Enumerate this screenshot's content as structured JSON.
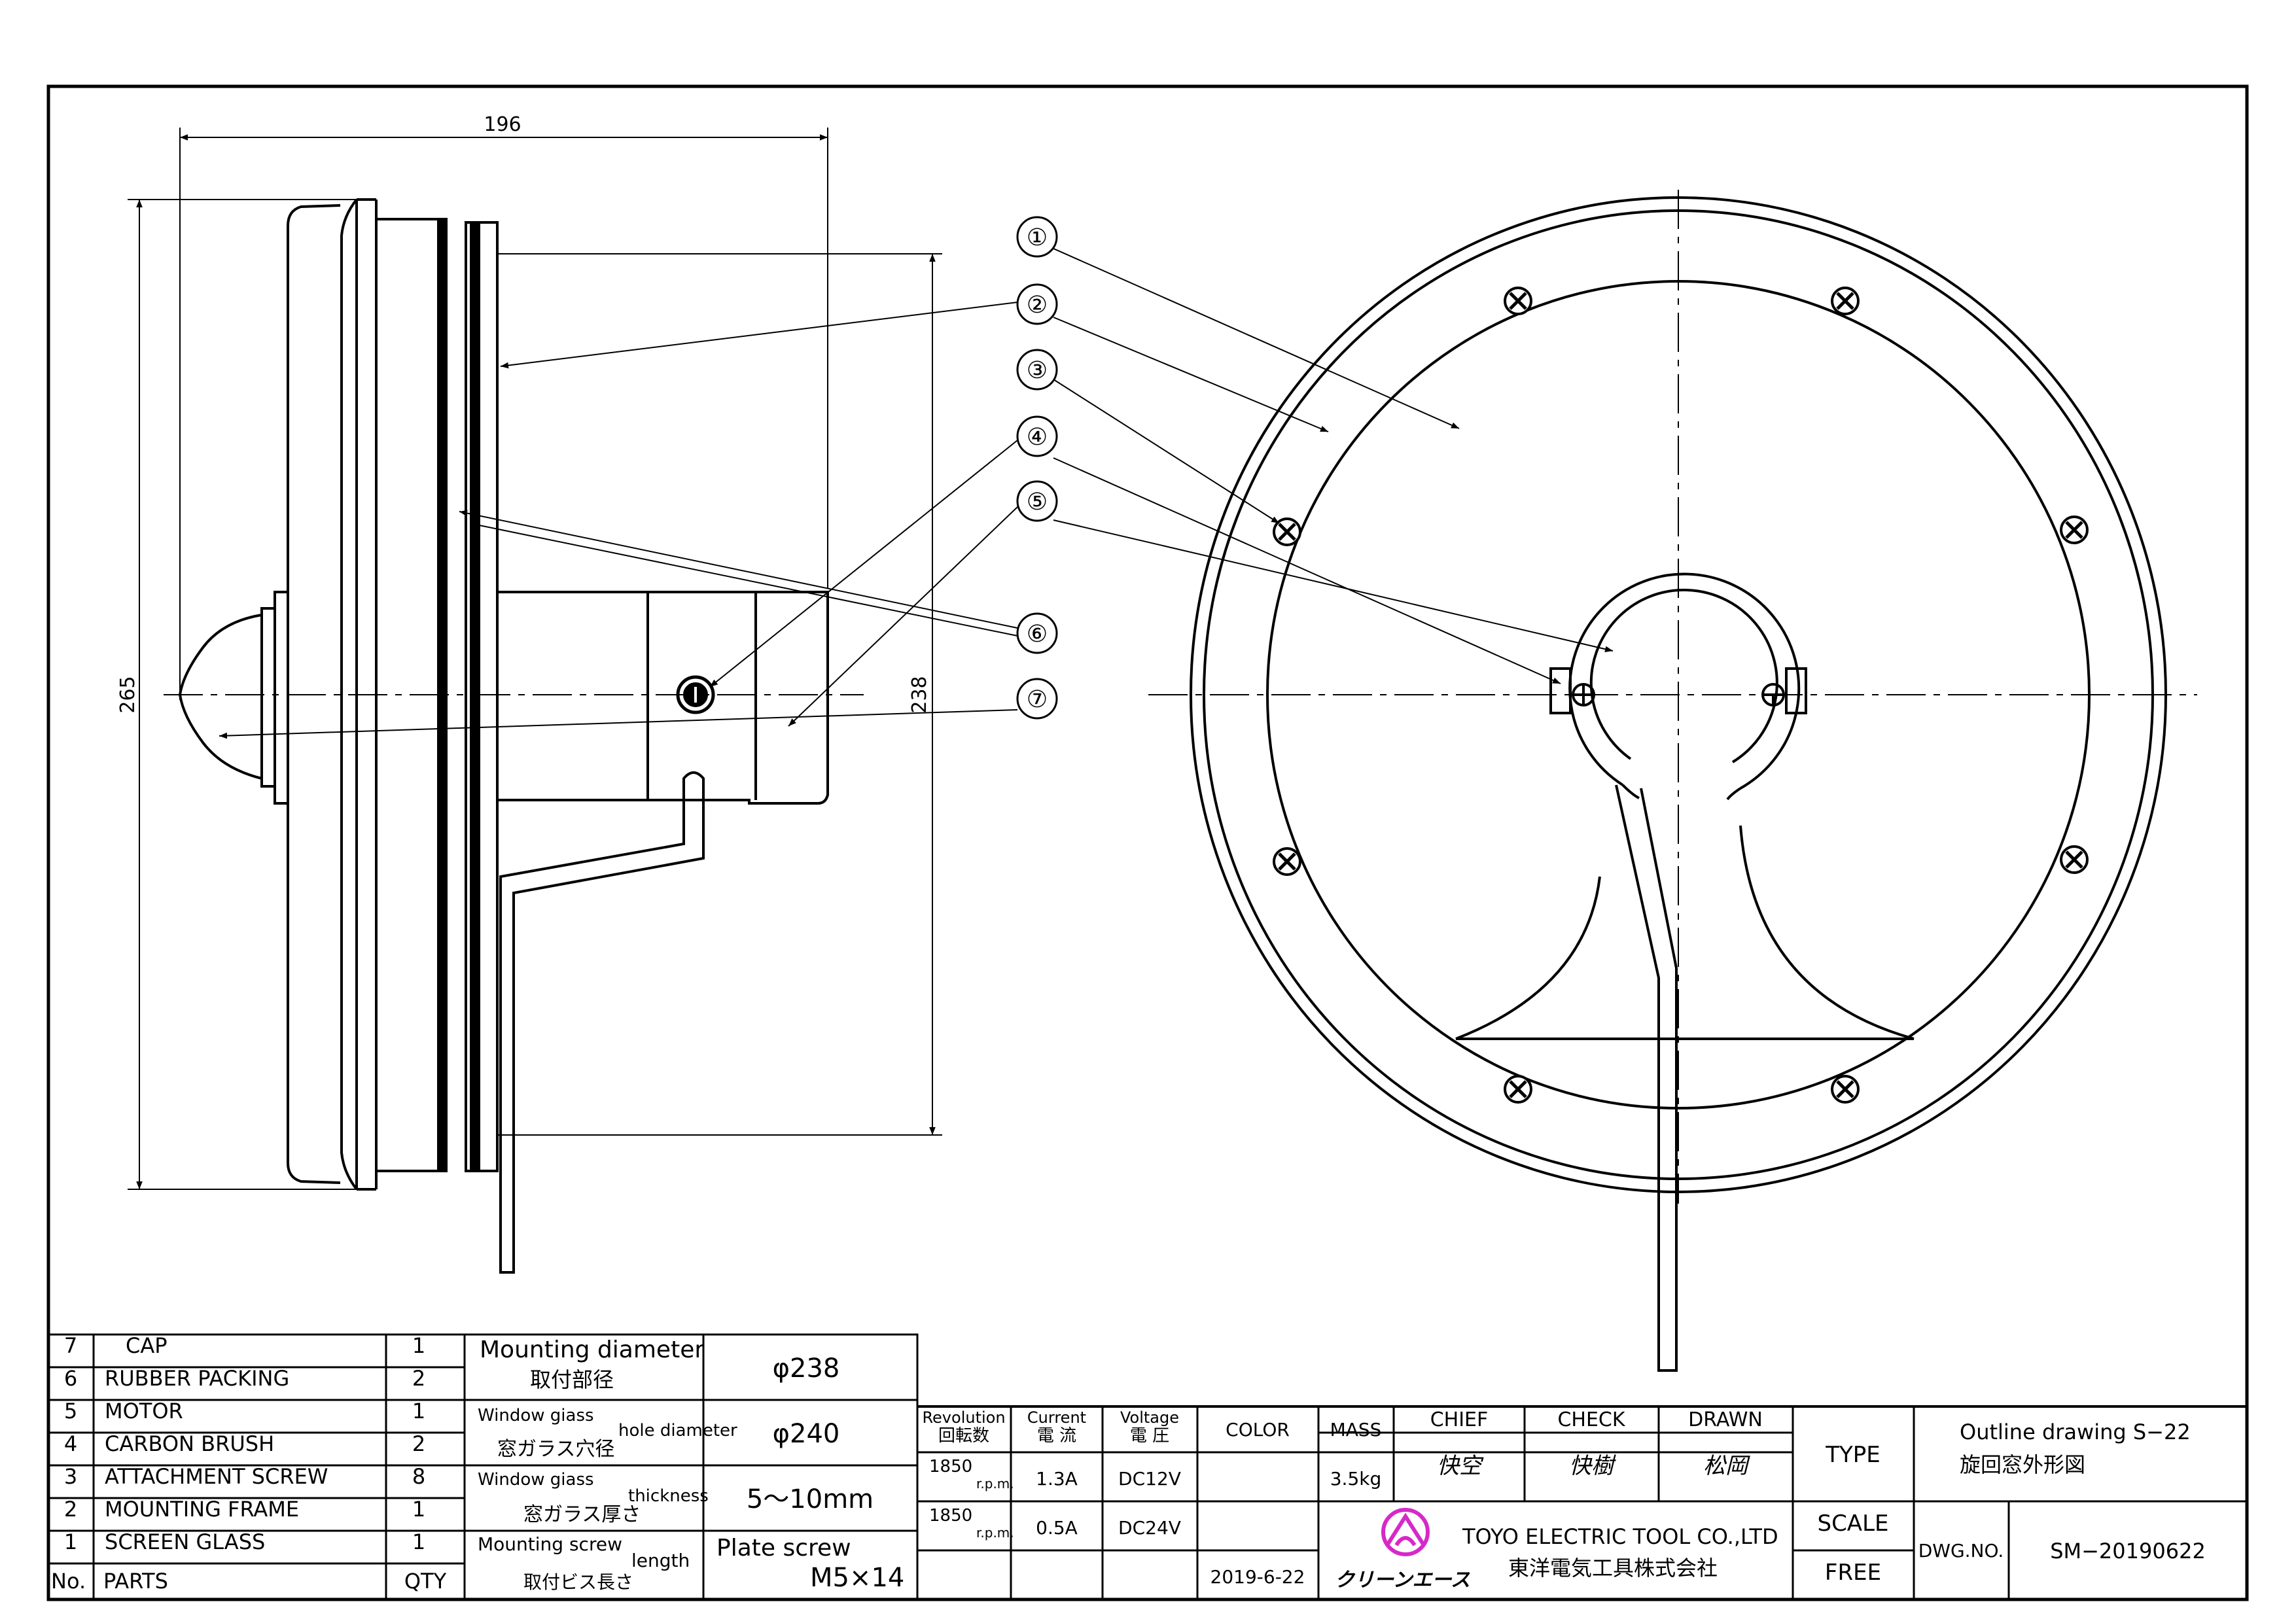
{
  "dimensions": {
    "length": "196",
    "overall_height": "265",
    "mounting_height": "238"
  },
  "balloons": [
    "①",
    "②",
    "③",
    "④",
    "⑤",
    "⑥",
    "⑦"
  ],
  "parts_table": {
    "header": {
      "no": "No.",
      "parts": "PARTS",
      "qty": "QTY"
    },
    "rows": [
      {
        "no": "7",
        "name": "CAP",
        "qty": "1"
      },
      {
        "no": "6",
        "name": "RUBBER PACKING",
        "qty": "2"
      },
      {
        "no": "5",
        "name": "MOTOR",
        "qty": "1"
      },
      {
        "no": "4",
        "name": "CARBON BRUSH",
        "qty": "2"
      },
      {
        "no": "3",
        "name": "ATTACHMENT SCREW",
        "qty": "8"
      },
      {
        "no": "2",
        "name": "MOUNTING FRAME",
        "qty": "1"
      },
      {
        "no": "1",
        "name": "SCREEN GLASS",
        "qty": "1"
      }
    ]
  },
  "specs": {
    "mounting_diameter": {
      "label": "Mounting diameter",
      "label_ja": "取付部径",
      "value": "φ238"
    },
    "hole_diameter": {
      "label_a": "Window giass",
      "label_b": "hole diameter",
      "label_ja": "窓ガラス穴径",
      "value": "φ240"
    },
    "thickness": {
      "label_a": "Window giass",
      "label_b": "thickness",
      "label_ja": "窓ガラス厚さ",
      "value": "5〜10mm"
    },
    "screw_length": {
      "label_a": "Mounting screw",
      "label_b": "length",
      "label_ja": "取付ビス長さ",
      "value_a": "Plate screw",
      "value_b": "M5×14"
    }
  },
  "electrical": {
    "headers": {
      "revolution": "Revolution",
      "revolution_ja": "回転数",
      "current": "Current",
      "current_ja": "電 流",
      "voltage": "Voltage",
      "voltage_ja": "電 圧",
      "color": "COLOR",
      "mass": "MASS"
    },
    "rows": [
      {
        "rpm": "1850",
        "unit": "r.p.m.",
        "current": "1.3A",
        "voltage": "DC12V"
      },
      {
        "rpm": "1850",
        "unit": "r.p.m.",
        "current": "0.5A",
        "voltage": "DC24V"
      }
    ],
    "mass": "3.5kg",
    "date": "2019-6-22"
  },
  "approvals": {
    "chief": "CHIEF",
    "check": "CHECK",
    "drawn": "DRAWN",
    "chief_sign": "快空",
    "check_sign": "快樹",
    "drawn_sign": "松岡"
  },
  "company": {
    "name_en": "TOYO ELECTRIC TOOL CO.,LTD",
    "name_ja": "東洋電気工具株式会社",
    "brand": "クリーンエース",
    "logo_color": "#d629c8",
    "brand_color": "#2f9a3c"
  },
  "title_block": {
    "type_label": "TYPE",
    "title_en": "Outline drawing S−22",
    "title_ja": "旋回窓外形図",
    "scale_label": "SCALE",
    "scale_value": "FREE",
    "dwg_label": "DWG.NO.",
    "dwg_no": "SM−20190622"
  }
}
